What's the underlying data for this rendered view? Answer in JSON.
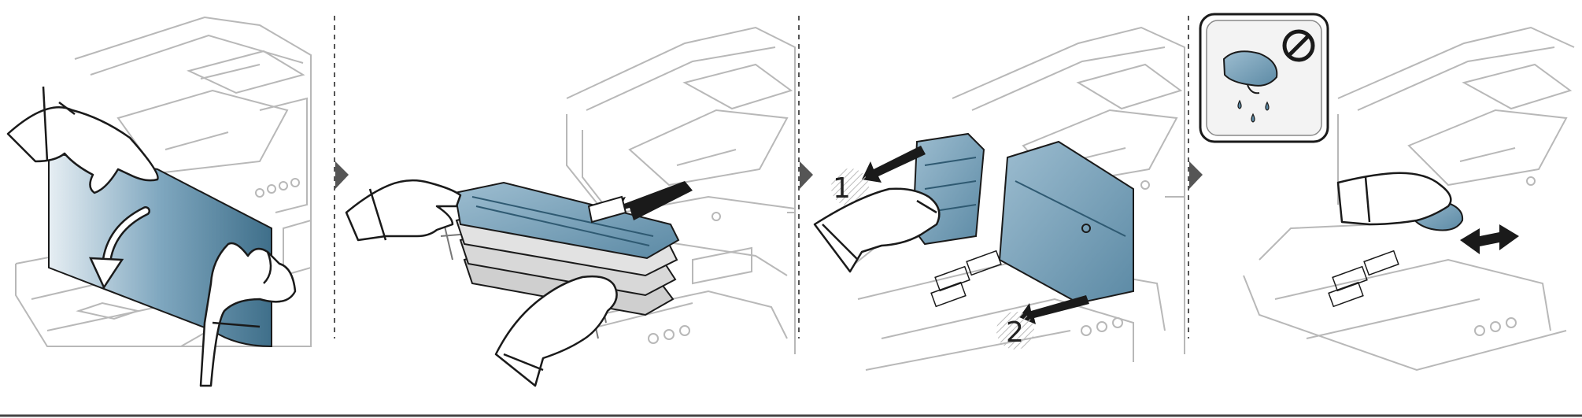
{
  "diagram": {
    "panels": [
      {
        "id": "panel-1",
        "label": ""
      },
      {
        "id": "panel-2",
        "label": ""
      },
      {
        "id": "panel-3",
        "label": ""
      },
      {
        "id": "panel-4",
        "label": ""
      }
    ],
    "step_labels": [
      "1",
      "2"
    ],
    "icons": {
      "arrow_between_panels": "triangle-right-icon",
      "do_not_use_wet_cloth": "wet-cloth-prohibited-icon",
      "prohibited": "prohibition-icon"
    },
    "colors": {
      "part_blue": "#7fa7bf",
      "part_blue_dark": "#4f7f9a",
      "outline": "#1a1a1a",
      "printer_line": "#b8b8b8",
      "divider": "#555555",
      "footer_rule": "#444444"
    }
  }
}
